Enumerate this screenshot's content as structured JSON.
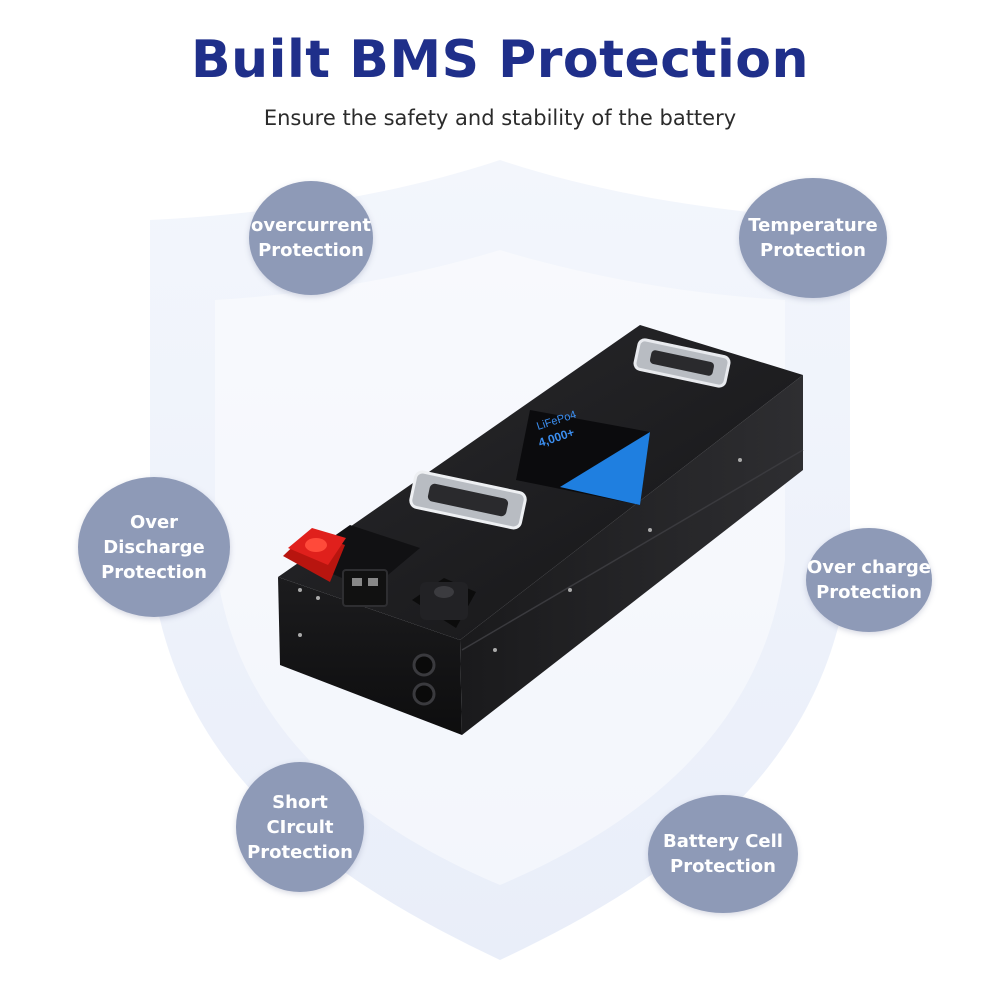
{
  "header": {
    "title": "Built BMS Protection",
    "subtitle": "Ensure the safety and stability of the battery"
  },
  "features": [
    {
      "label": "overcurrent\nProtection"
    },
    {
      "label": "Temperature\nProtection"
    },
    {
      "label": "Over Discharge\nProtection"
    },
    {
      "label": "Over charge\nProtection"
    },
    {
      "label": "Short CIrcult\nProtection"
    },
    {
      "label": "Battery Cell\nProtection"
    }
  ],
  "product": {
    "label_chemistry": "LiFePo4",
    "label_cycles": "4,000+"
  },
  "colors": {
    "title": "#1f2f8a",
    "bubble": "#8e9ab7",
    "shield": "#eef2fb",
    "battery_body": "#1b1b1d",
    "positive_terminal": "#e0201c",
    "label_accent": "#1f7fe0"
  }
}
